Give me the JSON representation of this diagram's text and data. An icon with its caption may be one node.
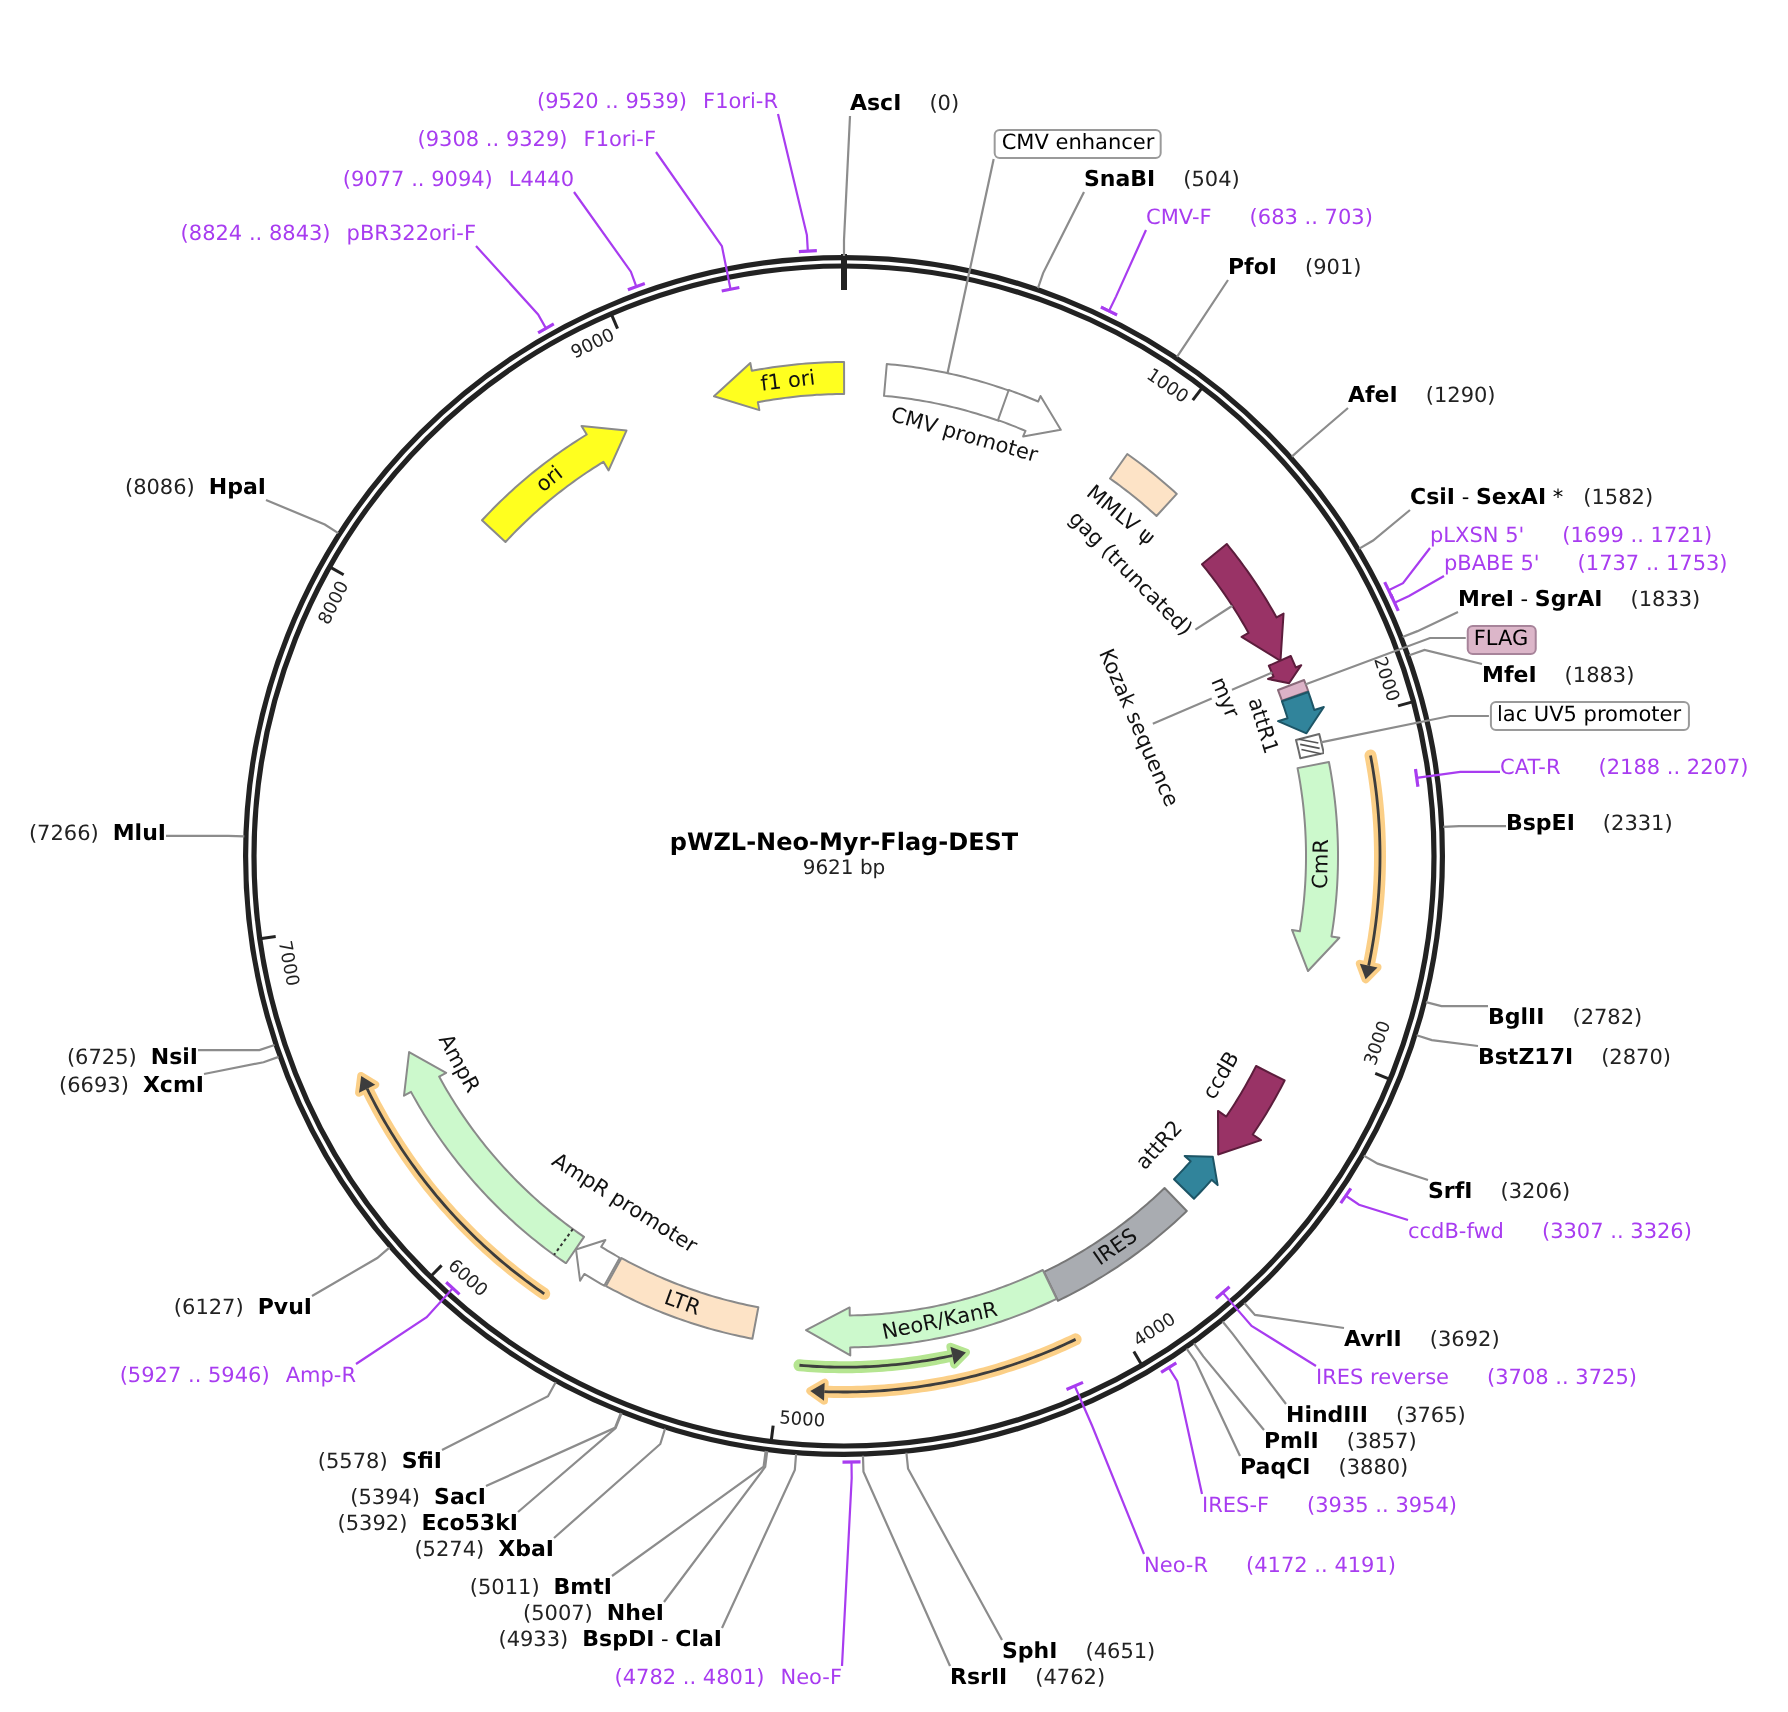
{
  "diagram": {
    "nodes": [
      {
        "text": [
          "AscI",
          "(0)"
        ]
      },
      {
        "text": [
          "CMV enhancer"
        ]
      },
      {
        "text": [
          "SnaBI",
          "(504)"
        ]
      },
      {
        "text": [
          "CMV-F",
          "(683 .. 703)"
        ]
      },
      {
        "text": [
          "PfoI",
          "(901)"
        ]
      },
      {
        "text": [
          "AfeI",
          "(1290)"
        ]
      },
      {
        "text": [
          "**CsiI** - **SexAI** *",
          "(1582)"
        ]
      },
      {
        "text": [
          "pLXSN 5'",
          "(1699 .. 1721)"
        ]
      },
      {
        "text": [
          "pBABE 5'",
          "(1737 .. 1753)"
        ]
      },
      {
        "text": [
          "**MreI** - **SgrAI**",
          "(1833)"
        ]
      },
      {
        "text": [
          "FLAG"
        ]
      },
      {
        "text": [
          "MfeI",
          "(1883)"
        ]
      },
      {
        "text": [
          "lac UV5 promoter"
        ]
      },
      {
        "text": [
          "CAT-R",
          "(2188 .. 2207)"
        ]
      },
      {
        "text": [
          "BspEI",
          "(2331)"
        ]
      },
      {
        "text": [
          "BglII",
          "(2782)"
        ]
      },
      {
        "text": [
          "BstZ17I",
          "(2870)"
        ]
      },
      {
        "text": [
          "SrfI",
          "(3206)"
        ]
      },
      {
        "text": [
          "ccdB-fwd",
          "(3307 .. 3326)"
        ]
      },
      {
        "text": [
          "AvrII",
          "(3692)"
        ]
      },
      {
        "text": [
          "IRES reverse",
          "(3708 .. 3725)"
        ]
      },
      {
        "text": [
          "HindIII",
          "(3765)"
        ]
      },
      {
        "text": [
          "PmlI",
          "(3857)"
        ]
      },
      {
        "text": [
          "PaqCI",
          "(3880)"
        ]
      },
      {
        "text": [
          "IRES-F",
          "(3935 .. 3954)"
        ]
      },
      {
        "text": [
          "Neo-R",
          "(4172 .. 4191)"
        ]
      },
      {
        "text": [
          "SphI",
          "(4651)"
        ]
      },
      {
        "text": [
          "RsrII",
          "(4762)"
        ]
      },
      {
        "text": [
          "(4782 .. 4801)",
          "Neo-F"
        ]
      },
      {
        "text": [
          "(4933)",
          "**BspDI** - **ClaI**"
        ]
      },
      {
        "text": [
          "(5007)",
          "NheI"
        ]
      },
      {
        "text": [
          "(5011)",
          "BmtI"
        ]
      },
      {
        "text": [
          "(5274)",
          "XbaI"
        ]
      },
      {
        "text": [
          "(5392)",
          "Eco53kI"
        ]
      },
      {
        "text": [
          "(5394)",
          "SacI"
        ]
      },
      {
        "text": [
          "(5578)",
          "SfiI"
        ]
      },
      {
        "text": [
          "(5927 .. 5946)",
          "Amp-R"
        ]
      },
      {
        "text": [
          "(6127)",
          "PvuI"
        ]
      },
      {
        "text": [
          "(6693)",
          "XcmI"
        ]
      },
      {
        "text": [
          "(6725)",
          "NsiI"
        ]
      },
      {
        "text": [
          "(7266)",
          "MluI"
        ]
      },
      {
        "text": [
          "(8086)",
          "HpaI"
        ]
      },
      {
        "text": [
          "(8824 .. 8843)",
          "pBR322ori-F"
        ]
      },
      {
        "text": [
          "(9077 .. 9094)",
          "L4440"
        ]
      },
      {
        "text": [
          "(9308 .. 9329)",
          "F1ori-F"
        ]
      },
      {
        "text": [
          "(9520 .. 9539)",
          "F1ori-R"
        ]
      },
      {
        "text": [
          "pWZL-Neo-Myr-Flag-DEST",
          "9621 bp"
        ]
      },
      {
        "text": [],
        "shape": "box",
        "in": 46
      },
      {
        "text": [],
        "shape": "arrow",
        "beside": [
          "CMV promoter"
        ],
        "in": 46
      },
      {
        "text": [],
        "shape": "box",
        "beside": [
          "MMLV ψ"
        ],
        "in": 46
      },
      {
        "text": [
          "gag (truncated)"
        ],
        "in": 46
      },
      {
        "text": [],
        "shape": "arrow",
        "in": 46
      },
      {
        "text": [
          "Kozak sequence"
        ],
        "in": 46
      },
      {
        "text": [],
        "shape": "arrow",
        "in": 46
      },
      {
        "text": [],
        "shape": "bar",
        "in": 46
      },
      {
        "text": [],
        "shape": "arrow",
        "beside": [
          "attR1"
        ],
        "in": 46
      },
      {
        "text": [],
        "shape": "box",
        "in": 46
      },
      {
        "text": [
          "CmR"
        ],
        "in": 46
      },
      {
        "text": [],
        "shape": "arrow",
        "beside": [
          "ccdB"
        ],
        "in": 46
      },
      {
        "text": [],
        "shape": "arrow",
        "beside": [
          "attR2"
        ],
        "in": 46
      },
      {
        "text": [
          "IRES"
        ],
        "in": 46
      },
      {
        "text": [
          "NeoR/KanR"
        ],
        "in": 46
      },
      {
        "text": [
          "LTR"
        ],
        "in": 46
      },
      {
        "text": [],
        "shape": "arrow",
        "beside": [
          "AmpR promoter"
        ],
        "in": 46
      },
      {
        "text": [],
        "shape": "arrow",
        "beside": [
          "AmpR"
        ],
        "in": 46
      },
      {
        "text": [
          "ori"
        ],
        "in": 46
      },
      {
        "text": [
          "f1 ori"
        ],
        "in": 46
      }
    ],
    "edges": [
      {
        "from": 0,
        "to": 46,
        "arrow": "none"
      },
      {
        "from": 1,
        "to": 47,
        "arrow": "none"
      },
      {
        "from": 2,
        "to": 46,
        "arrow": "none"
      },
      {
        "from": 3,
        "to": 46,
        "arrow": "other",
        "color": "#a83cf0"
      },
      {
        "from": 4,
        "to": 46,
        "arrow": "none"
      },
      {
        "from": 5,
        "to": 46,
        "arrow": "none"
      },
      {
        "from": 6,
        "to": 46,
        "arrow": "none"
      },
      {
        "from": 7,
        "to": 46,
        "arrow": "other",
        "color": "#a83cf0"
      },
      {
        "from": 8,
        "to": 46,
        "arrow": "other",
        "color": "#a83cf0"
      },
      {
        "from": 9,
        "to": 46,
        "arrow": "none"
      },
      {
        "from": 10,
        "to": 54,
        "arrow": "none"
      },
      {
        "from": 11,
        "to": 46,
        "arrow": "none"
      },
      {
        "from": 12,
        "to": 56,
        "arrow": "none"
      },
      {
        "from": 13,
        "to": 46,
        "arrow": "other",
        "color": "#a83cf0"
      },
      {
        "from": 14,
        "to": 46,
        "arrow": "none"
      },
      {
        "from": 15,
        "to": 46,
        "arrow": "none"
      },
      {
        "from": 16,
        "to": 46,
        "arrow": "none"
      },
      {
        "from": 17,
        "to": 46,
        "arrow": "none"
      },
      {
        "from": 18,
        "to": 46,
        "arrow": "other",
        "color": "#a83cf0"
      },
      {
        "from": 19,
        "to": 46,
        "arrow": "none"
      },
      {
        "from": 20,
        "to": 46,
        "arrow": "other",
        "color": "#a83cf0"
      },
      {
        "from": 21,
        "to": 46,
        "arrow": "none"
      },
      {
        "from": 22,
        "to": 46,
        "arrow": "none"
      },
      {
        "from": 23,
        "to": 46,
        "arrow": "none"
      },
      {
        "from": 24,
        "to": 46,
        "arrow": "other",
        "color": "#a83cf0"
      },
      {
        "from": 25,
        "to": 46,
        "arrow": "other",
        "color": "#a83cf0"
      },
      {
        "from": 26,
        "to": 46,
        "arrow": "none"
      },
      {
        "from": 27,
        "to": 46,
        "arrow": "none"
      },
      {
        "from": 28,
        "to": 46,
        "arrow": "other",
        "color": "#a83cf0"
      },
      {
        "from": 29,
        "to": 46,
        "arrow": "none"
      },
      {
        "from": 30,
        "to": 46,
        "arrow": "none"
      },
      {
        "from": 31,
        "to": 46,
        "arrow": "none"
      },
      {
        "from": 32,
        "to": 46,
        "arrow": "none"
      },
      {
        "from": 33,
        "to": 46,
        "arrow": "none"
      },
      {
        "from": 34,
        "to": 46,
        "arrow": "none"
      },
      {
        "from": 35,
        "to": 46,
        "arrow": "none"
      },
      {
        "from": 36,
        "to": 46,
        "arrow": "other",
        "color": "#a83cf0"
      },
      {
        "from": 37,
        "to": 46,
        "arrow": "none"
      },
      {
        "from": 38,
        "to": 46,
        "arrow": "none"
      },
      {
        "from": 39,
        "to": 46,
        "arrow": "none"
      },
      {
        "from": 40,
        "to": 46,
        "arrow": "none"
      },
      {
        "from": 41,
        "to": 46,
        "arrow": "none"
      },
      {
        "from": 42,
        "to": 46,
        "arrow": "other",
        "color": "#a83cf0"
      },
      {
        "from": 43,
        "to": 46,
        "arrow": "other",
        "color": "#a83cf0"
      },
      {
        "from": 44,
        "to": 46,
        "arrow": "other",
        "color": "#a83cf0"
      },
      {
        "from": 45,
        "to": 46,
        "arrow": "other",
        "color": "#a83cf0"
      },
      {
        "from": 50,
        "to": 51,
        "arrow": "none"
      },
      {
        "from": 52,
        "to": 53,
        "arrow": "none"
      }
    ],
    "labels": [
      "1000",
      "2000",
      "3000",
      "4000",
      "5000",
      "6000",
      "7000",
      "8000",
      "9000",
      "myr"
    ]
  }
}
